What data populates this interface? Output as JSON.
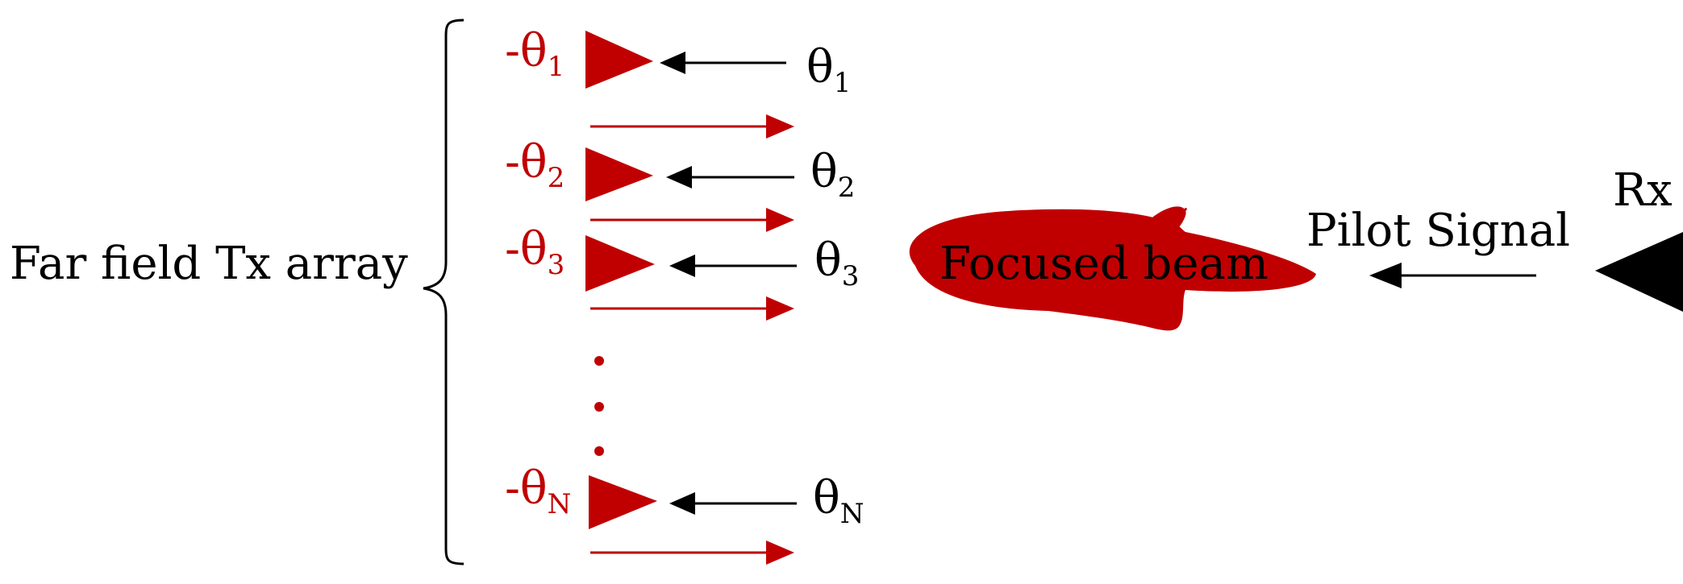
{
  "colors": {
    "red": "#c00000",
    "black": "#000000",
    "background": "#ffffff"
  },
  "array_label": "Far field Tx array",
  "elements": [
    {
      "neg_symbol": "-θ",
      "neg_sub": "1",
      "pos_symbol": "θ",
      "pos_sub": "1"
    },
    {
      "neg_symbol": "-θ",
      "neg_sub": "2",
      "pos_symbol": "θ",
      "pos_sub": "2"
    },
    {
      "neg_symbol": "-θ",
      "neg_sub": "3",
      "pos_symbol": "θ",
      "pos_sub": "3"
    },
    {
      "neg_symbol": "-θ",
      "neg_sub": "N",
      "pos_symbol": "θ",
      "pos_sub": "N"
    }
  ],
  "beam_label": "Focused beam",
  "pilot_label": "Pilot Signal",
  "receiver_label": "Rx",
  "icons": {
    "brace": "left-curly-brace",
    "antenna": "red-triangle-antenna-icon",
    "receiver": "black-triangle-receiver-icon",
    "ellipsis": "vertical-dots"
  }
}
